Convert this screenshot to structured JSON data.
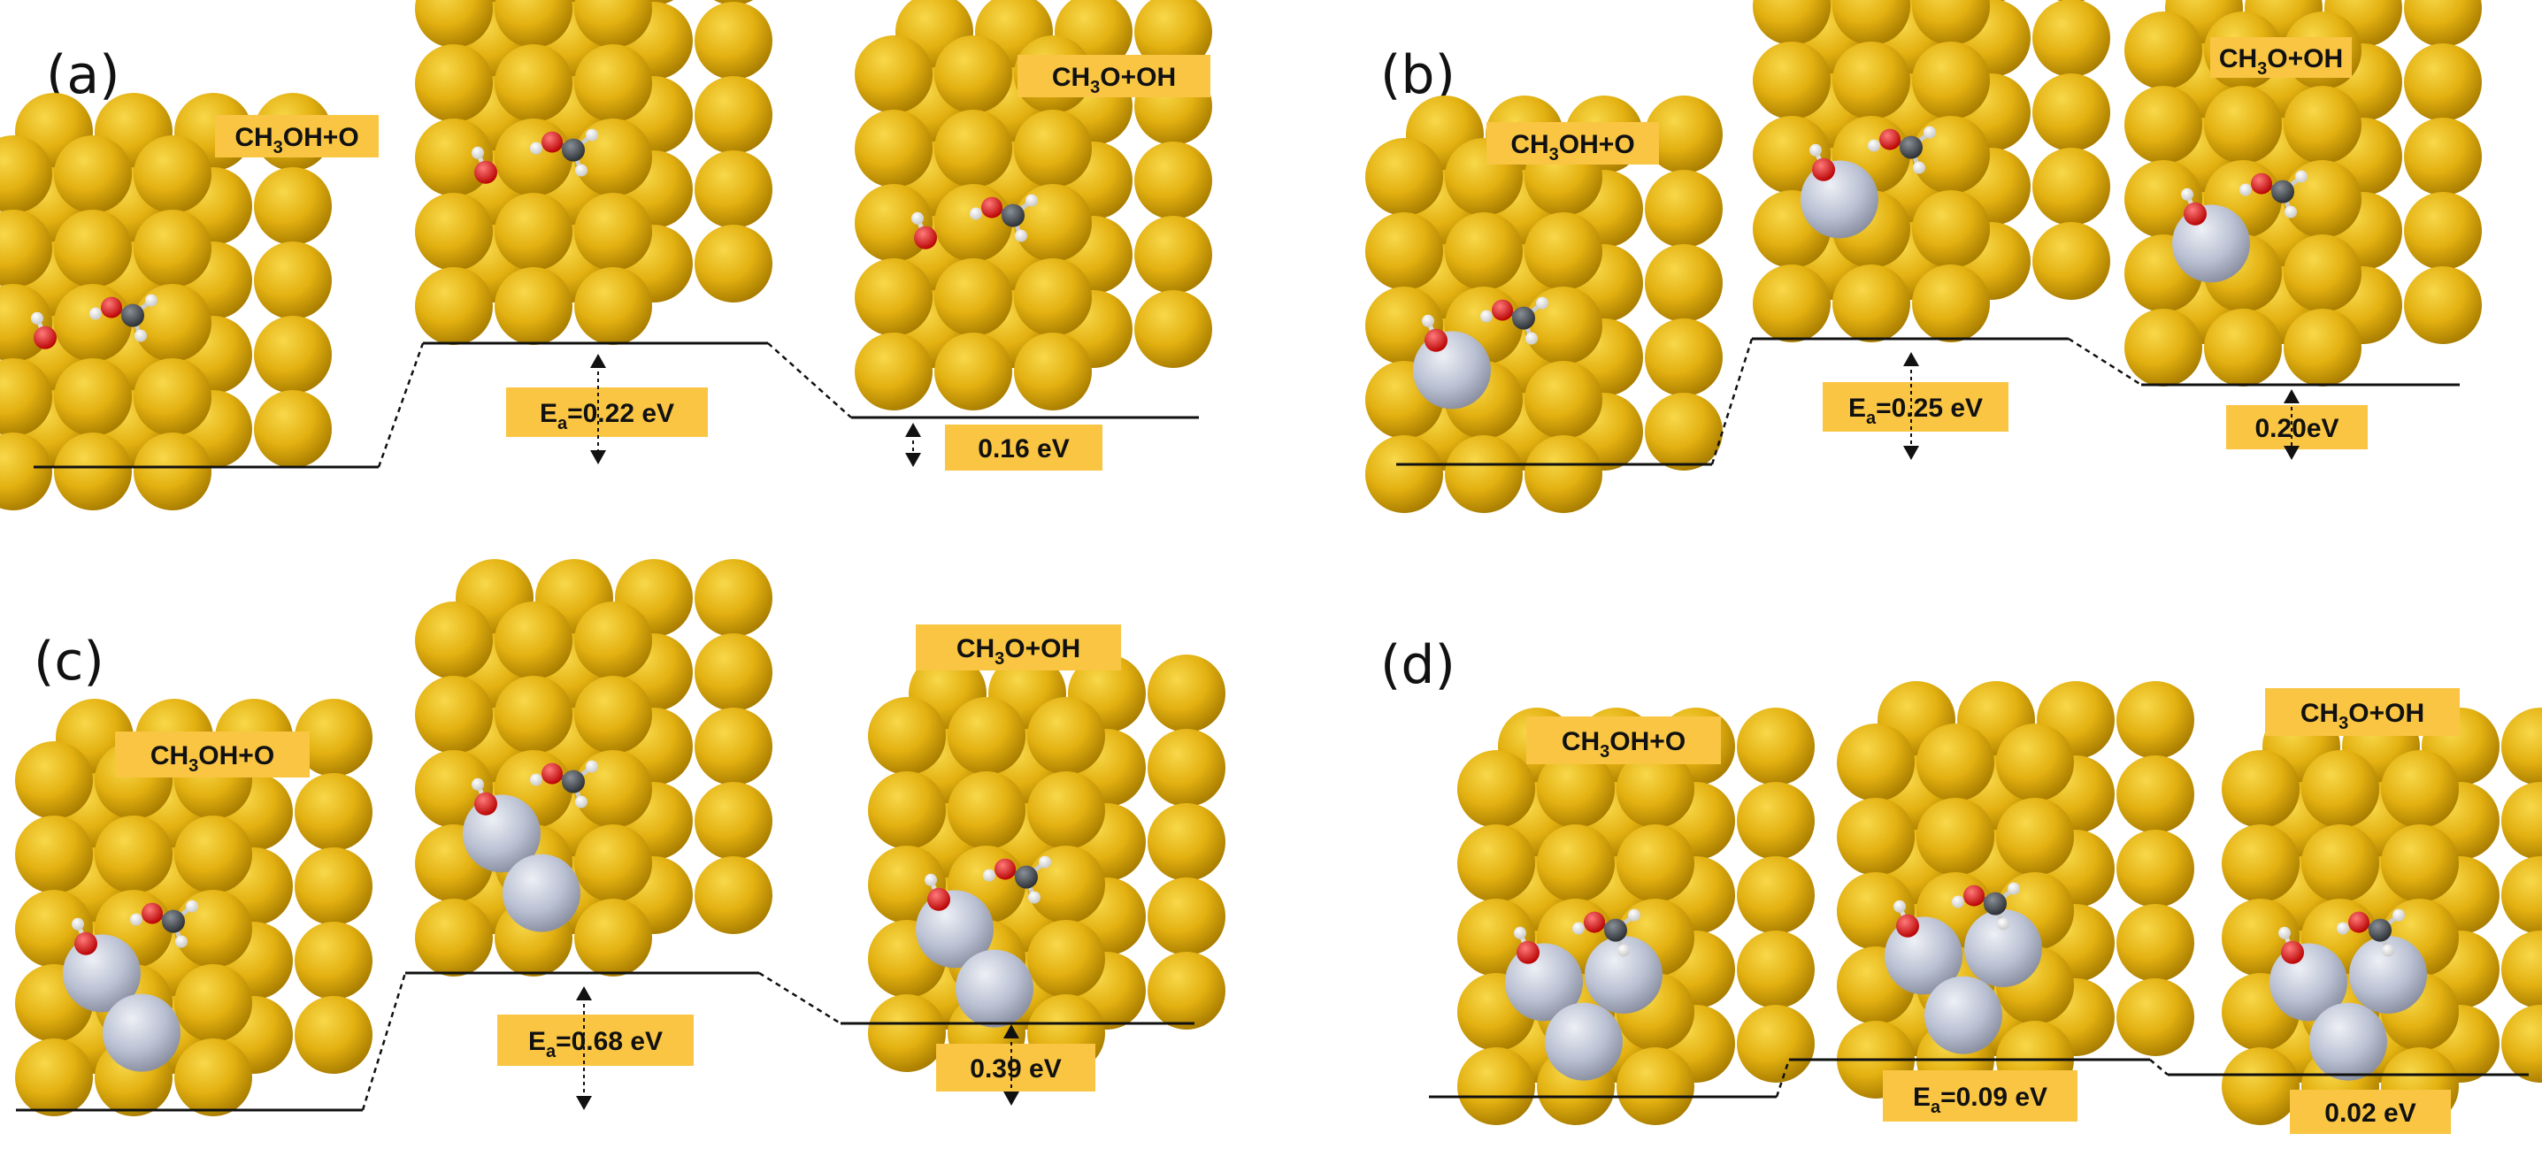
{
  "colors": {
    "gold_atom": "#e3b111",
    "gold_atom_light": "#f8d84a",
    "gold_atom_dark": "#a97d00",
    "dopant_atom": "#b9c0d2",
    "dopant_atom_light": "#eef0f6",
    "oxygen_atom": "#e01515",
    "carbon_atom": "#4a4f55",
    "hydrogen_atom": "#f4f4f4",
    "label_box": "#f9c543",
    "level_line": "#111111"
  },
  "panels": [
    {
      "letter": "(a)",
      "initial_state": {
        "species_main": "CH",
        "species_sub": "3",
        "species_rest": "OH+O"
      },
      "final_state": {
        "species_main": "CH",
        "species_sub": "3",
        "species_rest": "O+OH"
      },
      "activation_energy": {
        "symbol": "E",
        "symbol_sub": "a",
        "value": "=0.22 eV"
      },
      "reaction_energy": "0.16 eV",
      "dopant_atoms": {
        "initial": 0,
        "transition": 0,
        "final": 0
      }
    },
    {
      "letter": "(b)",
      "initial_state": {
        "species_main": "CH",
        "species_sub": "3",
        "species_rest": "OH+O"
      },
      "final_state": {
        "species_main": "CH",
        "species_sub": "3",
        "species_rest": "O+OH"
      },
      "activation_energy": {
        "symbol": "E",
        "symbol_sub": "a",
        "value": "=0.25 eV"
      },
      "reaction_energy": "0.20eV",
      "dopant_atoms": {
        "initial": 1,
        "transition": 1,
        "final": 1
      }
    },
    {
      "letter": "(c)",
      "initial_state": {
        "species_main": "CH",
        "species_sub": "3",
        "species_rest": "OH+O"
      },
      "final_state": {
        "species_main": "CH",
        "species_sub": "3",
        "species_rest": "O+OH"
      },
      "activation_energy": {
        "symbol": "E",
        "symbol_sub": "a",
        "value": "=0.68 eV"
      },
      "reaction_energy": "0.39 eV",
      "dopant_atoms": {
        "initial": 2,
        "transition": 2,
        "final": 2
      }
    },
    {
      "letter": "(d)",
      "initial_state": {
        "species_main": "CH",
        "species_sub": "3",
        "species_rest": "OH+O"
      },
      "final_state": {
        "species_main": "CH",
        "species_sub": "3",
        "species_rest": "O+OH"
      },
      "activation_energy": {
        "symbol": "E",
        "symbol_sub": "a",
        "value": "=0.09 eV"
      },
      "reaction_energy": "0.02 eV",
      "dopant_atoms": {
        "initial": 3,
        "transition": 3,
        "final": 3
      }
    }
  ]
}
